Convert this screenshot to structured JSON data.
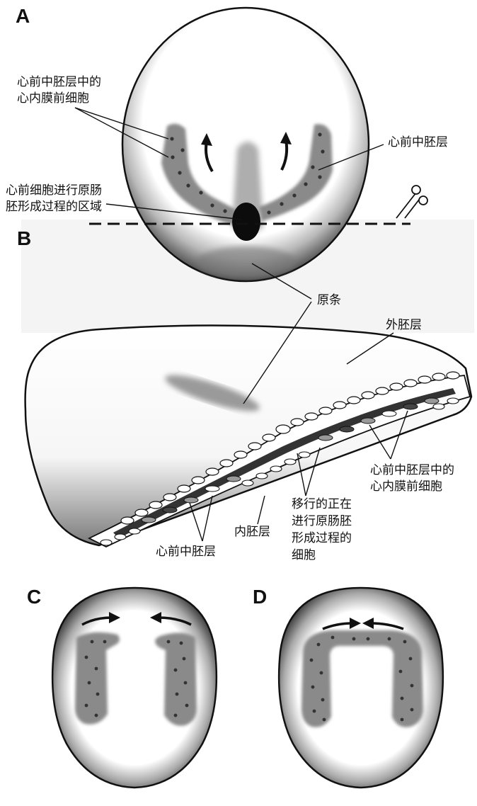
{
  "panels": {
    "a": "A",
    "b": "B",
    "c": "C",
    "d": "D"
  },
  "labels": {
    "a_endocardial_line1": "心前中胚层中的",
    "a_endocardial_line2": "心内膜前细胞",
    "a_precardiac_mesoderm": "心前中胚层",
    "a_gastrulation_line1": "心前细胞进行原肠",
    "a_gastrulation_line2": "胚形成过程的区域",
    "primitive_streak": "原条",
    "b_ectoderm": "外胚层",
    "b_endocardial_line1": "心前中胚层中的",
    "b_endocardial_line2": "心内膜前细胞",
    "b_migrating_line1": "移行的正在",
    "b_migrating_line2": "进行原肠胚",
    "b_migrating_line3": "形成过程的",
    "b_migrating_line4": "细胞",
    "b_endoderm": "内胚层",
    "b_precardiac_mesoderm": "心前中胚层"
  },
  "colors": {
    "ink": "#111111",
    "mesoderm_band": "#8a8a8a",
    "node": "#0c0c0c"
  },
  "icons": {
    "cut": "scissors-icon"
  }
}
